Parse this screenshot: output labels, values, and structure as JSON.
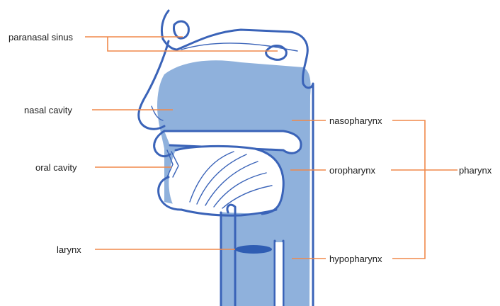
{
  "labels": {
    "paranasal_sinus": "paranasal sinus",
    "nasal_cavity": "nasal cavity",
    "oral_cavity": "oral cavity",
    "larynx": "larynx",
    "nasopharynx": "nasopharynx",
    "oropharynx": "oropharynx",
    "hypopharynx": "hypopharynx",
    "pharynx": "pharynx"
  },
  "colors": {
    "outline": "#3a63b8",
    "airway_fill": "#8fb1dc",
    "leader_lines": "#f0894a",
    "vocal_cords": "#2f5db3"
  }
}
